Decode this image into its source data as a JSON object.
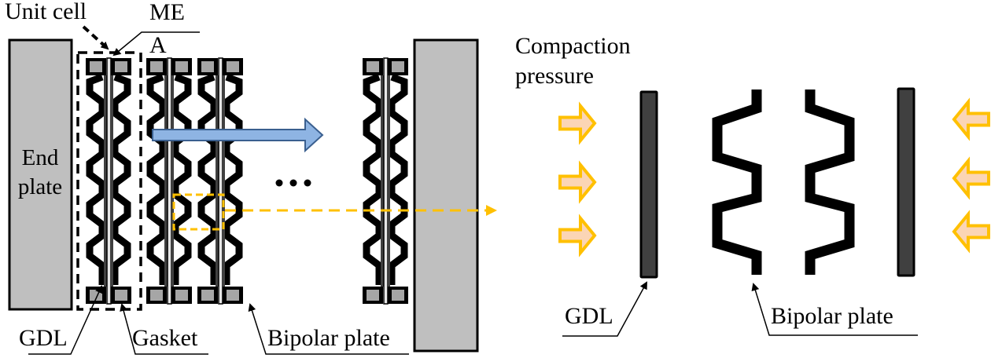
{
  "figure": {
    "left_panel": {
      "labels": {
        "unit_cell": "Unit cell",
        "mea_line1": "ME",
        "mea_line2": "A",
        "end_plate_line1": "End",
        "end_plate_line2": "plate",
        "gdl": "GDL",
        "gasket": "Gasket",
        "bipolar_plate": "Bipolar plate",
        "ellipsis": "• • •"
      },
      "colors": {
        "end_plate_fill": "#bfbfbf",
        "gasket_fill": "#a6a6a6",
        "plate_ink": "#000000",
        "gdl_fill": "#404040",
        "stack_arrow_fill": "#8eb4e3",
        "stack_arrow_stroke": "#3a5f8f",
        "zoom_box_color": "#ffc000"
      }
    },
    "right_panel": {
      "labels": {
        "compaction_line1": "Compaction",
        "compaction_line2": "pressure",
        "gdl": "GDL",
        "bipolar_plate": "Bipolar plate"
      },
      "colors": {
        "pressure_arrow_fill": "#fbd5b5",
        "pressure_arrow_stroke": "#ffc000",
        "gdl_fill": "#404040"
      }
    }
  }
}
